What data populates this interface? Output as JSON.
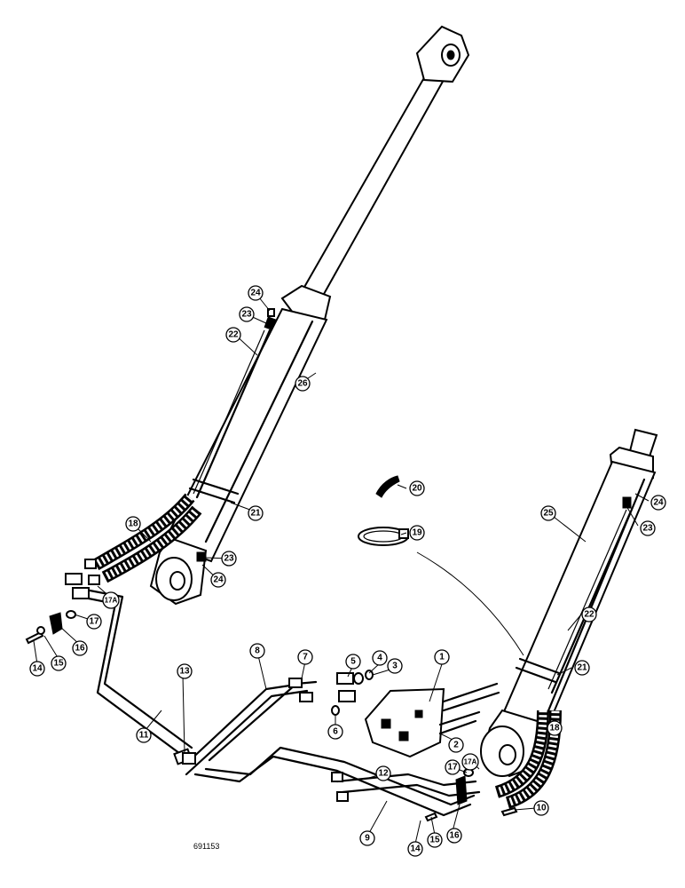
{
  "figure_number": "691153",
  "callouts": [
    "1",
    "2",
    "3",
    "4",
    "5",
    "6",
    "7",
    "8",
    "9",
    "10",
    "11",
    "12",
    "13",
    "14",
    "15",
    "16",
    "17",
    "17A",
    "18",
    "19",
    "20",
    "21",
    "22",
    "23",
    "24",
    "25",
    "26"
  ]
}
